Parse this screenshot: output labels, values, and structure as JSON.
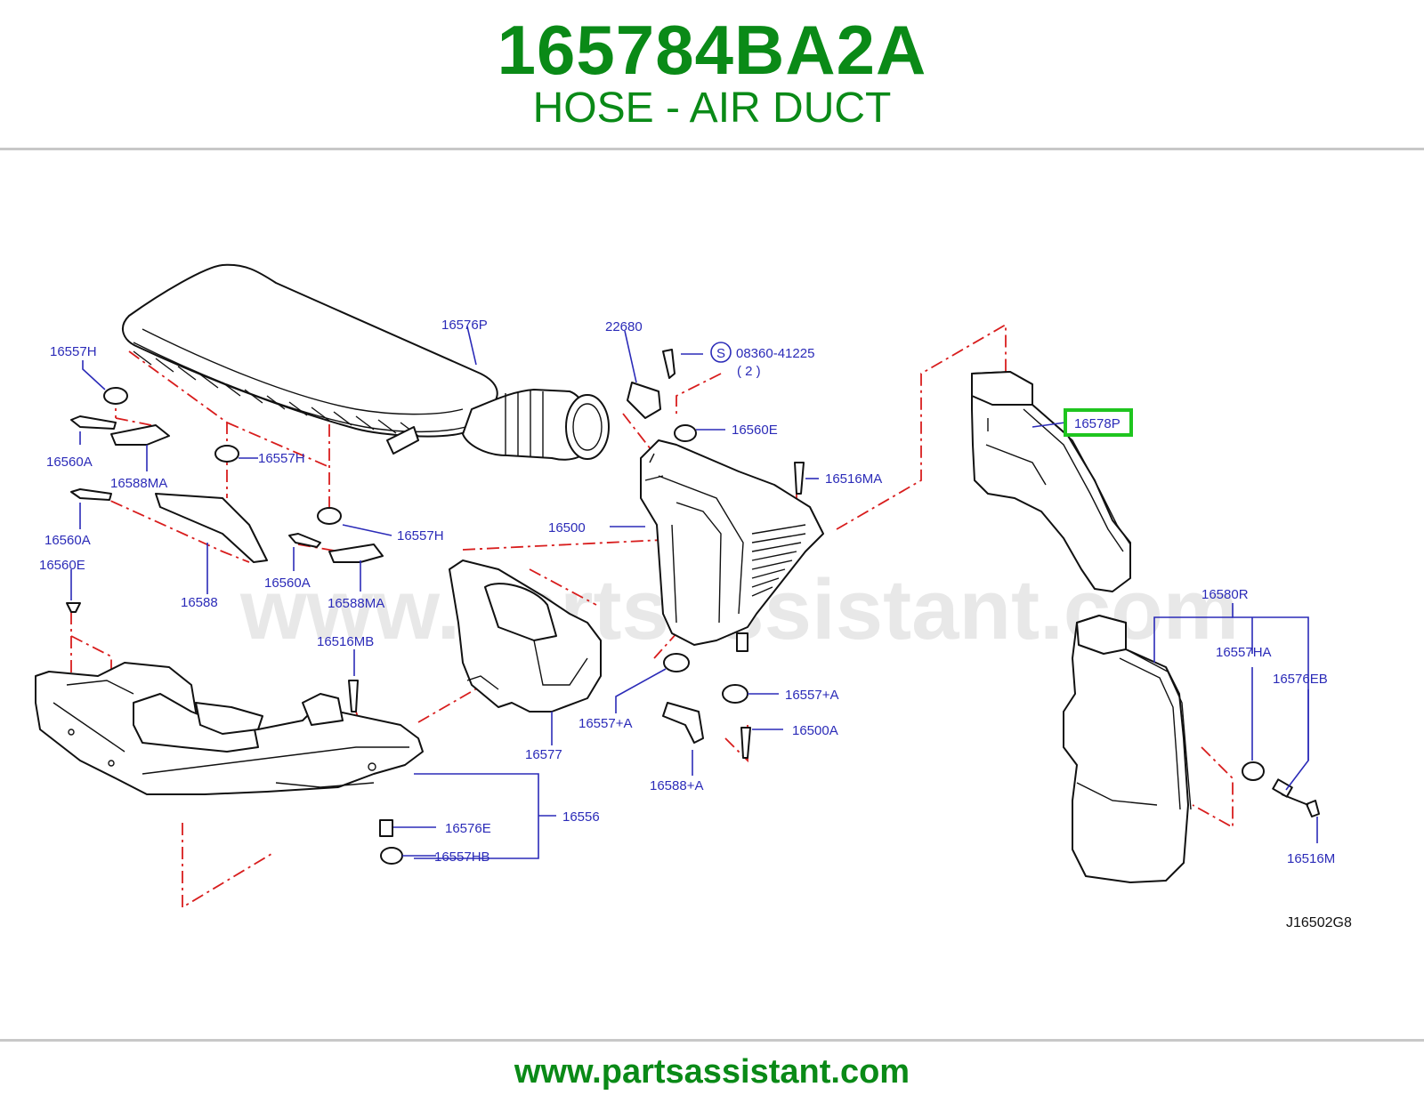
{
  "header": {
    "part_number": "165784BA2A",
    "part_name": "HOSE - AIR DUCT"
  },
  "diagram": {
    "watermark": "www.partsassistant.com",
    "diagram_code": "J16502G8",
    "highlighted_label": "16578P",
    "callouts": {
      "c16557H_a": "16557H",
      "c16560A_a": "16560A",
      "c16588MA_a": "16588MA",
      "c16557H_b": "16557H",
      "c16560A_b": "16560A",
      "c16588": "16588",
      "c16560E_a": "16560E",
      "c16557H_c": "16557H",
      "c16560A_c": "16560A",
      "c16588MA_b": "16588MA",
      "c16576P": "16576P",
      "c22680": "22680",
      "c08360": "08360-41225",
      "c08360_qty": "( 2 )",
      "c08360_sym": "S",
      "c16560E_b": "16560E",
      "c16516MA": "16516MA",
      "c16500": "16500",
      "c16516MB": "16516MB",
      "c16577": "16577",
      "c16557A_a": "16557+A",
      "c16557A_b": "16557+A",
      "c16500A": "16500A",
      "c16588A": "16588+A",
      "c16556": "16556",
      "c16576E": "16576E",
      "c16557HB": "16557HB",
      "c16580R": "16580R",
      "c16557HA": "16557HA",
      "c16576EB": "16576EB",
      "c16516M": "16516M"
    }
  },
  "footer": {
    "url": "www.partsassistant.com"
  },
  "colors": {
    "title_green": "#0a8a17",
    "callout_blue": "#2b2bb8",
    "centerline_red": "#d81d1d",
    "highlight_box": "#1fc51f"
  }
}
